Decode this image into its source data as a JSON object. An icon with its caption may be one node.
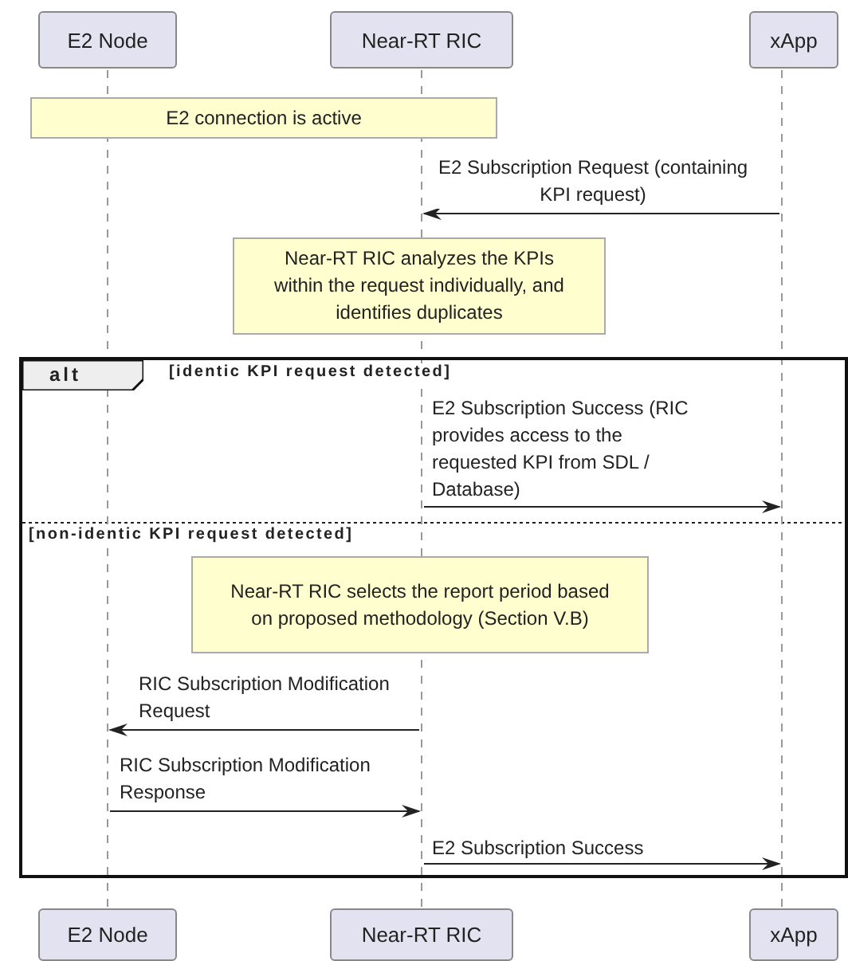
{
  "diagram": {
    "nodes": [
      {
        "text": [
          "E2 Node"
        ]
      },
      {
        "text": [
          "Near-RT RIC"
        ]
      },
      {
        "text": [
          "xApp"
        ]
      },
      {
        "text": [],
        "shape": "line"
      },
      {
        "text": [],
        "shape": "line"
      },
      {
        "text": [],
        "shape": "line"
      },
      {
        "text": [
          "E2 connection is active"
        ]
      },
      {
        "text": [
          "Near-RT RIC analyzes the KPIs within the request individually, and identifies duplicates"
        ]
      },
      {
        "text": [
          "alt",
          "[identic KPI request detected]",
          "[non-identic KPI request detected]"
        ]
      },
      {
        "text": [
          "Near-RT RIC selects the report period based on proposed methodology (Section V.B)"
        ],
        "in": 8
      },
      {
        "text": [
          "E2 Node"
        ]
      },
      {
        "text": [
          "Near-RT RIC"
        ]
      },
      {
        "text": [
          "xApp"
        ]
      }
    ],
    "edges": [
      {
        "from": 5,
        "to": 4,
        "arrow": "to",
        "label": "E2 Subscription Request (containing KPI request)"
      },
      {
        "from": 4,
        "to": 5,
        "arrow": "to",
        "label": "E2 Subscription Success (RIC provides access to the requested KPI from SDL / Database)"
      },
      {
        "from": 4,
        "to": 3,
        "arrow": "to",
        "label": "RIC Subscription Modification Request"
      },
      {
        "from": 3,
        "to": 4,
        "arrow": "to",
        "label": "RIC Subscription Modification Response"
      },
      {
        "from": 4,
        "to": 5,
        "arrow": "to",
        "label": "E2 Subscription Success"
      }
    ]
  }
}
